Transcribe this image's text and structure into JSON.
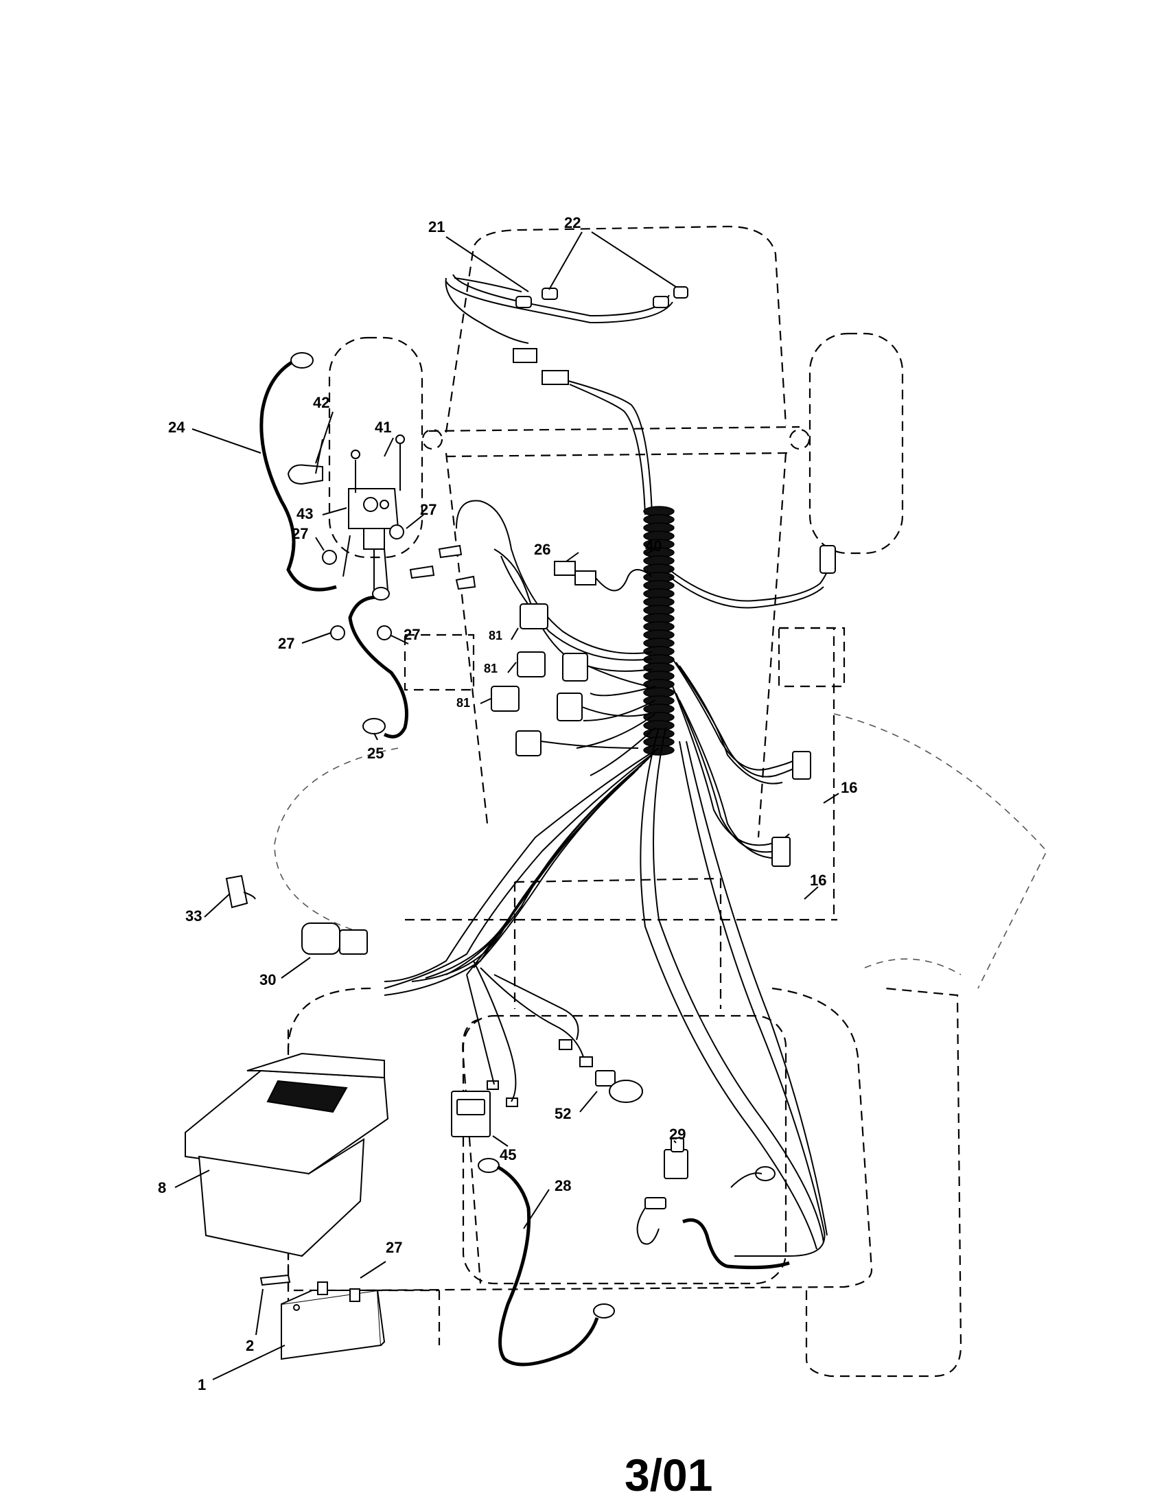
{
  "diagram": {
    "date_code": "3/01",
    "callouts": [
      {
        "key": "c21",
        "text": "21"
      },
      {
        "key": "c22",
        "text": "22"
      },
      {
        "key": "c24",
        "text": "24"
      },
      {
        "key": "c42",
        "text": "42"
      },
      {
        "key": "c41",
        "text": "41"
      },
      {
        "key": "c43",
        "text": "43"
      },
      {
        "key": "c27a",
        "text": "27"
      },
      {
        "key": "c27b",
        "text": "27"
      },
      {
        "key": "c27c",
        "text": "27"
      },
      {
        "key": "c27d",
        "text": "27"
      },
      {
        "key": "c27e",
        "text": "27"
      },
      {
        "key": "c26",
        "text": "26"
      },
      {
        "key": "c40",
        "text": "40"
      },
      {
        "key": "c81a",
        "text": "81"
      },
      {
        "key": "c81b",
        "text": "81"
      },
      {
        "key": "c81c",
        "text": "81"
      },
      {
        "key": "c25",
        "text": "25"
      },
      {
        "key": "c16a",
        "text": "16"
      },
      {
        "key": "c16b",
        "text": "16"
      },
      {
        "key": "c33",
        "text": "33"
      },
      {
        "key": "c30",
        "text": "30"
      },
      {
        "key": "c8",
        "text": "8"
      },
      {
        "key": "c52",
        "text": "52"
      },
      {
        "key": "c29",
        "text": "29"
      },
      {
        "key": "c45",
        "text": "45"
      },
      {
        "key": "c28",
        "text": "28"
      },
      {
        "key": "c2",
        "text": "2"
      },
      {
        "key": "c1",
        "text": "1"
      }
    ]
  }
}
